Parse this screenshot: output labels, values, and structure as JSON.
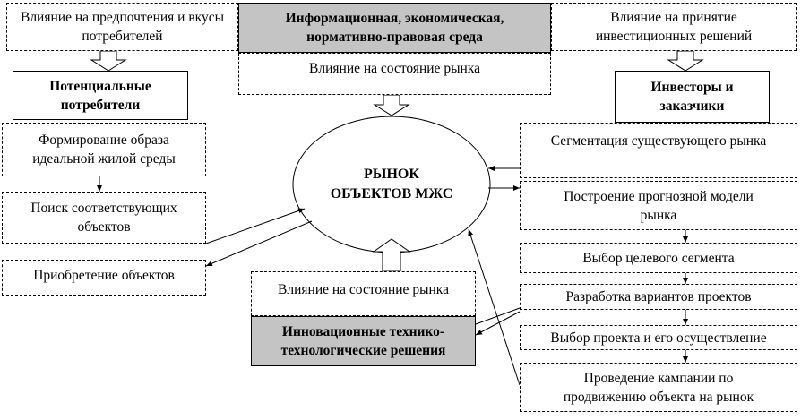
{
  "boxes": {
    "consumer_pref": "Влияние на предпочтения и вкусы потребителей",
    "env": "Информационная, экономическая, нормативно-правовая среда",
    "invest_influence": "Влияние на принятие инвестиционных решений",
    "market_state_top": "Влияние на состояние рынка",
    "potential_consumers": "Потенциальные потребители",
    "investors": "Инвесторы и заказчики",
    "ideal_image": "Формирование образа идеальной жилой среды",
    "search_objects": "Поиск соответствующих объектов",
    "acquire_objects": "Приобретение объектов",
    "segmentation": "Сегментация существующего рынка",
    "forecast_model": "Построение прогнозной модели рынка",
    "target_segment": "Выбор целевого сегмента",
    "project_variants": "Разработка вариантов проектов",
    "project_choice": "Выбор проекта и его осуществление",
    "promotion": "Проведение кампании по продвижению объекта на рынок",
    "market_state_bottom": "Влияние на состояние рынка",
    "innovations": "Инновационные технико-технологические решения"
  },
  "market_oval": "РЫНОК ОБЪЕКТОВ МЖС"
}
